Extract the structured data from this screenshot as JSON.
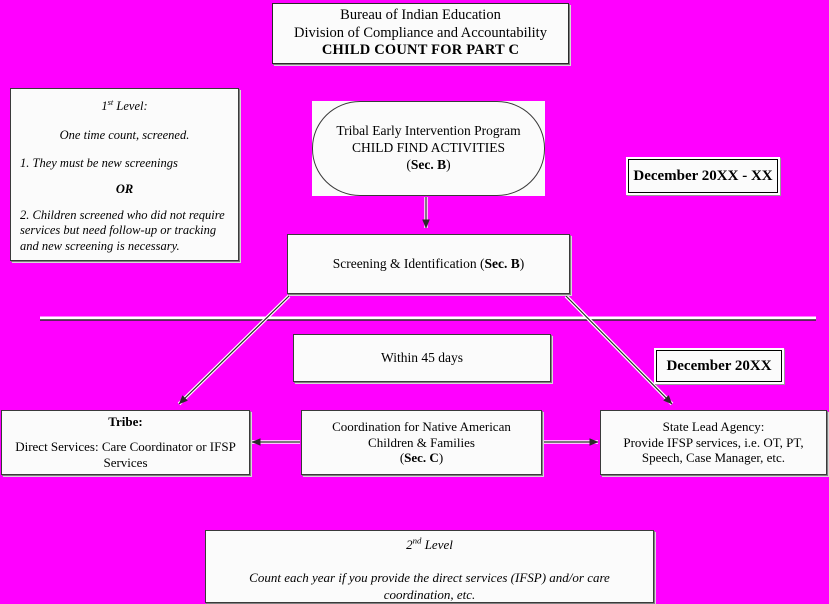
{
  "page": {
    "background_color": "#FF00FF",
    "box_fill_color": "#FBFBFB",
    "line_color": "#3A3A3A"
  },
  "header": {
    "line1": "Bureau of Indian Education",
    "line2": "Division of Compliance and Accountability",
    "line3": "CHILD COUNT FOR PART C"
  },
  "first_level_note": {
    "heading_prefix": "1",
    "heading_sup": "st",
    "heading_suffix": " Level:",
    "line2": "One time count, screened.",
    "item1": "1.  They must be new screenings",
    "or": "OR",
    "item2": "2.  Children screened who did not require services but need follow-up or tracking and new screening is necessary."
  },
  "tief_node": {
    "line1": "Tribal Early Intervention Program",
    "line2": "CHILD FIND ACTIVITIES",
    "line3_open": "(",
    "line3_bold": "Sec. B",
    "line3_close": ")"
  },
  "date_callouts": {
    "upper": "December 20XX - XX",
    "lower": "December 20XX"
  },
  "screening_node": {
    "text_before": "Screening & Identification (",
    "bold": "Sec. B",
    "text_after": ")"
  },
  "within45_node": {
    "label": "Within 45 days"
  },
  "tribe_node": {
    "heading": "Tribe:",
    "body": "Direct Services:  Care Coordinator or IFSP Services"
  },
  "coordination_node": {
    "line1": "Coordination for Native American",
    "line2": "Children & Families",
    "line3_open": "(",
    "line3_bold": "Sec. C",
    "line3_close": ")"
  },
  "state_lead_agency_node": {
    "line1": "State Lead Agency:",
    "line2": "Provide IFSP services, i.e. OT, PT,",
    "line3": "Speech, Case Manager, etc."
  },
  "second_level_note": {
    "heading_prefix": "2",
    "heading_sup": "nd",
    "heading_suffix": " Level",
    "body": "Count each year if you provide the direct services (IFSP) and/or care coordination, etc."
  },
  "connectors": [
    {
      "name": "tief-to-screening",
      "type": "arrow-down"
    },
    {
      "name": "screening-to-tribe",
      "type": "arrow-diagonal-left"
    },
    {
      "name": "screening-to-state-lead-agency",
      "type": "arrow-diagonal-right"
    },
    {
      "name": "coordination-to-tribe",
      "type": "arrow-left"
    },
    {
      "name": "coordination-to-state-lead-agency",
      "type": "arrow-right"
    },
    {
      "name": "timeline-divider",
      "type": "horizontal-rule"
    }
  ]
}
